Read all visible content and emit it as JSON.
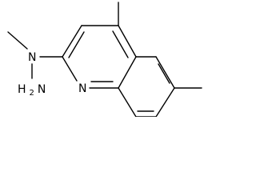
{
  "molecule": {
    "atoms": {
      "hydrazine_n": "N",
      "amine_n": "H",
      "amine_n_sub": "2",
      "amine_n_tail": "N",
      "ring_n": "N"
    },
    "colors": {
      "bond": "#000000",
      "label": "#000000",
      "background": "#ffffff"
    }
  }
}
